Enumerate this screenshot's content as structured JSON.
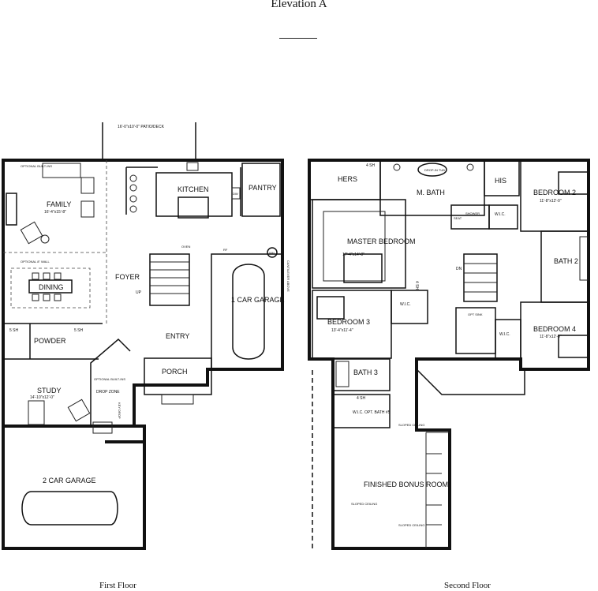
{
  "header": {
    "title": "Elevation A"
  },
  "captions": {
    "first": "First Floor",
    "second": "Second Floor"
  },
  "first_floor": {
    "patio": "16'-0\"x10'-0\" PATIO/DECK",
    "kitchen": "KITCHEN",
    "pantry": "PANTRY",
    "family": "FAMILY",
    "family_dim": "16'-4\"x15'-8\"",
    "optional_builtins": "OPTIONAL BUILT-INS",
    "optional_wall": "OPTIONAL 8\" WALL",
    "dining": "DINING",
    "foyer": "FOYER",
    "up": "UP",
    "garage1": "1 CAR GARAGE",
    "cantilever": "CANTILEVER ABOVE",
    "entry": "ENTRY",
    "porch": "PORCH",
    "powder": "POWDER",
    "shelf1": "5 SH",
    "shelf2": "5 SH",
    "study": "STUDY",
    "study_dim": "14'-10\"x12'-0\"",
    "drop_zone_builtins": "OPTIONAL BUILT-INS",
    "drop_zone": "DROP ZONE",
    "key_drop": "KEY DROP",
    "garage2": "2 CAR GARAGE",
    "ref": "RF",
    "wh": "WH",
    "dw": "DW",
    "oven": "OVEN"
  },
  "second_floor": {
    "hers": "HERS",
    "shelf_top": "4 SH",
    "mbath": "M. BATH",
    "drop_in_tub": "DROP-IN TUB",
    "his": "HIS",
    "seat": "SEAT",
    "shower": "SHOWER",
    "wic1": "W.I.C.",
    "bedroom2": "BEDROOM 2",
    "bedroom2_dim": "11'-8\"x12'-0\"",
    "master": "MASTER BEDROOM",
    "master_dim": "17'-4\"x14'-8\"",
    "dn": "DN",
    "bath2": "BATH 2",
    "shelf_mid": "4 SH",
    "wic2": "W.I.C.",
    "bedroom3": "BEDROOM 3",
    "bedroom3_dim": "13'-4\"x11'-4\"",
    "opt_sink": "OPT SINK",
    "wic3": "W.I.C.",
    "bedroom4": "BEDROOM 4",
    "bedroom4_dim": "11'-8\"x12'-0\"",
    "bath3": "BATH 3",
    "shelf_low": "4 SH",
    "wic_opt_bath": "W.I.C. OPT. BATH #5",
    "bonus": "FINISHED BONUS ROOM",
    "sloped1": "SLOPED CEILING",
    "sloped2": "SLOPED CEILING",
    "sloped3": "SLOPED CEILING"
  }
}
